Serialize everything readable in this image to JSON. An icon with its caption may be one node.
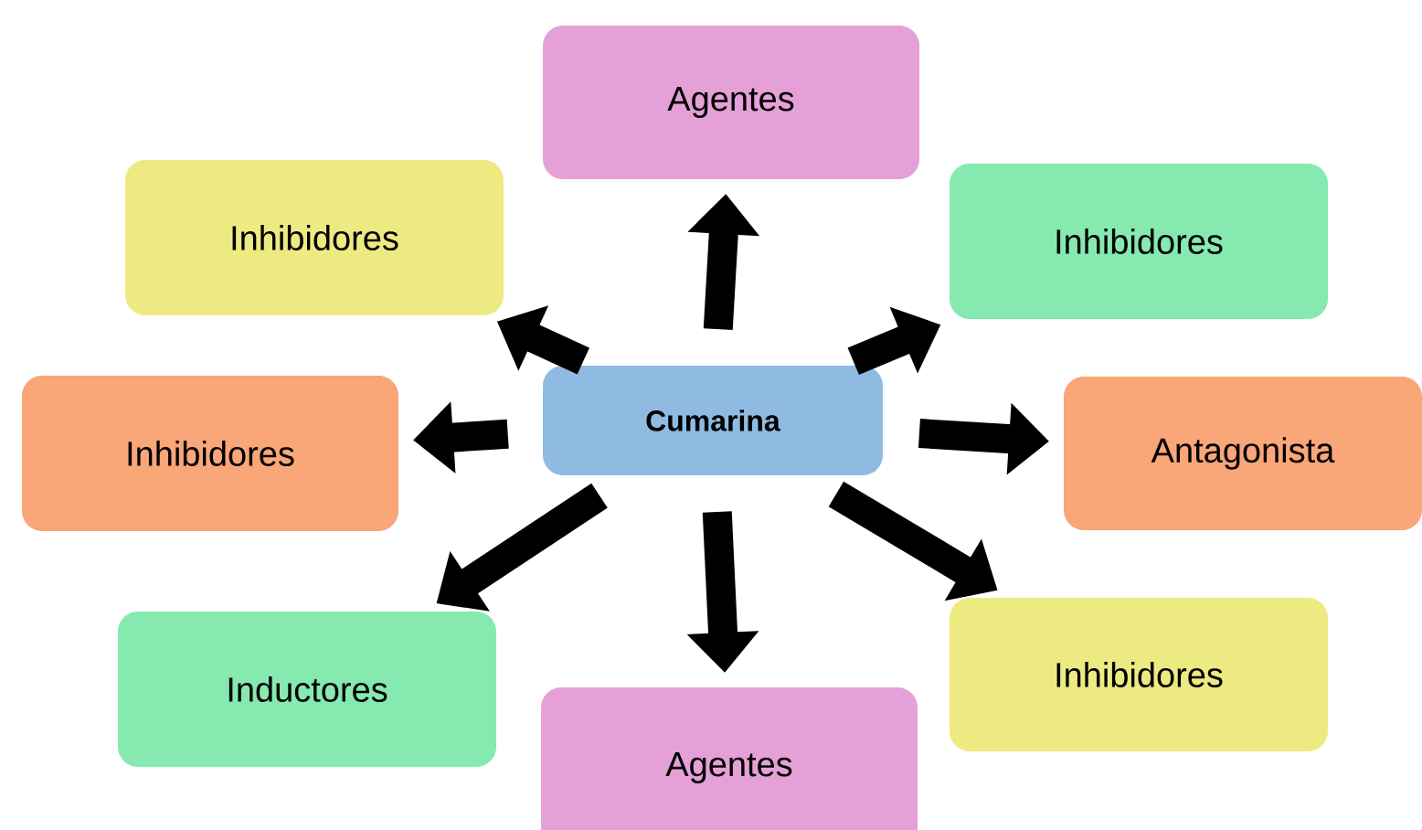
{
  "diagram": {
    "nodes": [
      {
        "text": [
          "**Cumarina**"
        ]
      },
      {
        "text": [
          "Agentes"
        ]
      },
      {
        "text": [
          "Inhibidores"
        ]
      },
      {
        "text": [
          "Inhibidores"
        ]
      },
      {
        "text": [
          "Inhibidores"
        ]
      },
      {
        "text": [
          "Antagonista"
        ]
      },
      {
        "text": [
          "Inductores"
        ]
      },
      {
        "text": [
          "Agentes"
        ]
      },
      {
        "text": [
          "Inhibidores"
        ]
      }
    ],
    "edges": [
      {
        "from": 0,
        "to": 1,
        "arrow": "to"
      },
      {
        "from": 0,
        "to": 2,
        "arrow": "to"
      },
      {
        "from": 0,
        "to": 3,
        "arrow": "to"
      },
      {
        "from": 0,
        "to": 4,
        "arrow": "to"
      },
      {
        "from": 0,
        "to": 5,
        "arrow": "to"
      },
      {
        "from": 0,
        "to": 6,
        "arrow": "to"
      },
      {
        "from": 0,
        "to": 7,
        "arrow": "to"
      },
      {
        "from": 0,
        "to": 8,
        "arrow": "to"
      }
    ]
  }
}
